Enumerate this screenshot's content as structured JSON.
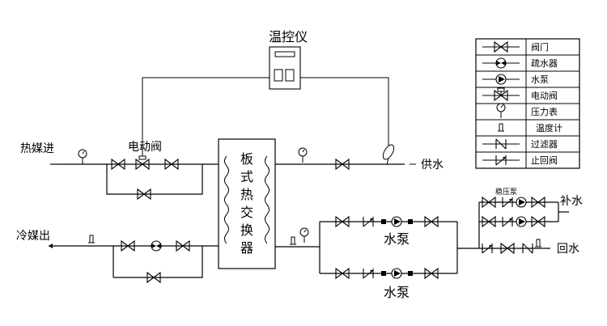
{
  "controller": {
    "label": "温控仪"
  },
  "heat_exchanger": {
    "label_chars": [
      "板",
      "式",
      "热",
      "交",
      "换",
      "器"
    ]
  },
  "labels": {
    "heat_in": "热媒进",
    "heat_out": "冷媒出",
    "motor_valve": "电动阀",
    "supply": "供水",
    "pump_top": "水泵",
    "pump_bottom": "水泵",
    "makeup": "补水",
    "return": "回水",
    "makeup_pump": "稳压泵"
  },
  "legend": {
    "items": [
      {
        "icon": "valve-icon",
        "label": "阀门"
      },
      {
        "icon": "drain-icon",
        "label": "疏水器"
      },
      {
        "icon": "pump-icon",
        "label": "水泵"
      },
      {
        "icon": "motor-valve-icon",
        "label": "电动阀"
      },
      {
        "icon": "pressure-gauge-icon",
        "label": "压力表"
      },
      {
        "icon": "thermometer-icon",
        "label": "温度计"
      },
      {
        "icon": "strainer-icon",
        "label": "过滤器"
      },
      {
        "icon": "check-valve-icon",
        "label": "止回阀"
      }
    ]
  }
}
